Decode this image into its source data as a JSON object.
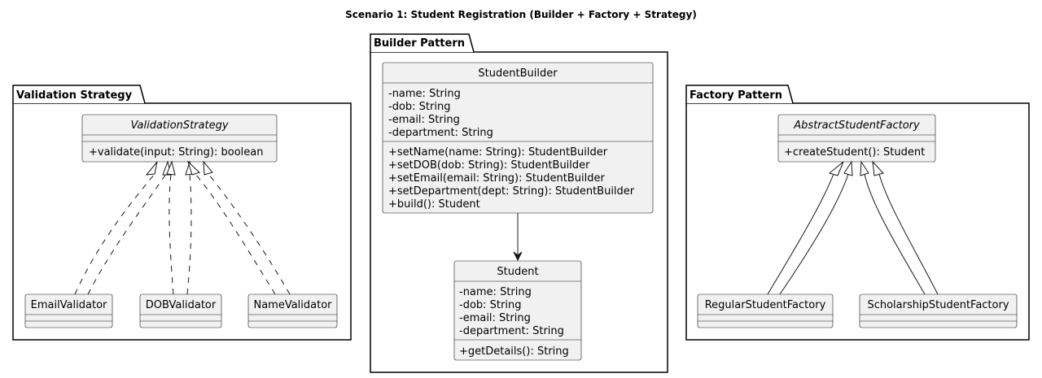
{
  "title": "Scenario 1: Student Registration (Builder + Factory + Strategy)",
  "packages": {
    "validation": {
      "label": "Validation Strategy"
    },
    "builder": {
      "label": "Builder Pattern"
    },
    "factory": {
      "label": "Factory Pattern"
    }
  },
  "classes": {
    "validation_strategy": {
      "name": "ValidationStrategy",
      "abstract": true,
      "attributes": [],
      "methods": [
        "+validate(input: String): boolean"
      ]
    },
    "email_validator": {
      "name": "EmailValidator"
    },
    "dob_validator": {
      "name": "DOBValidator"
    },
    "name_validator": {
      "name": "NameValidator"
    },
    "student_builder": {
      "name": "StudentBuilder",
      "attributes": [
        "-name: String",
        "-dob: String",
        "-email: String",
        "-department: String"
      ],
      "methods": [
        "+setName(name: String): StudentBuilder",
        "+setDOB(dob: String): StudentBuilder",
        "+setEmail(email: String): StudentBuilder",
        "+setDepartment(dept: String): StudentBuilder",
        "+build(): Student"
      ]
    },
    "student": {
      "name": "Student",
      "attributes": [
        "-name: String",
        "-dob: String",
        "-email: String",
        "-department: String"
      ],
      "methods": [
        "+getDetails(): String"
      ]
    },
    "abstract_factory": {
      "name": "AbstractStudentFactory",
      "abstract": true,
      "attributes": [],
      "methods": [
        "+createStudent(): Student"
      ]
    },
    "regular_factory": {
      "name": "RegularStudentFactory"
    },
    "scholarship_factory": {
      "name": "ScholarshipStudentFactory"
    }
  }
}
